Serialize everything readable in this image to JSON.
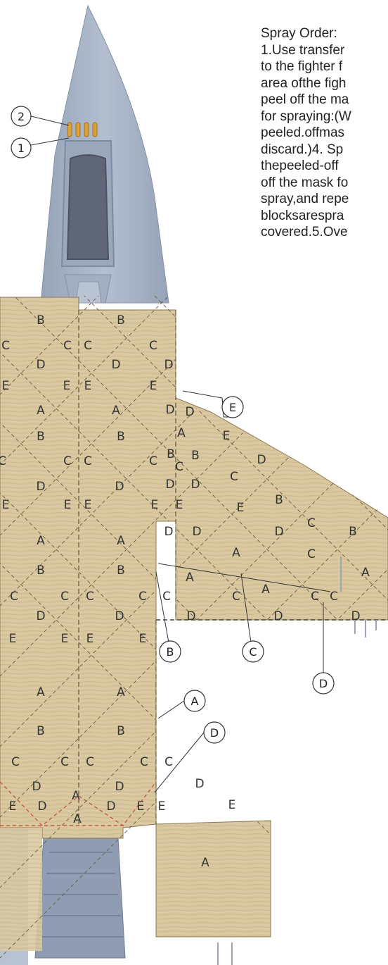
{
  "instructions": {
    "title": "Spray Order:",
    "lines": [
      "1.Use transfer",
      "to the fighter f",
      "area ofthe figh",
      "peel off the ma",
      "for spraying:(W",
      "peeled.offmas",
      "discard.)4. Sp",
      "thepeeled-off",
      "off the mask fo",
      "spray,and repe",
      "blocksarespra",
      "covered.5.Ove"
    ]
  },
  "nose_callouts": [
    "2",
    "1"
  ],
  "block_callouts": [
    "E",
    "A",
    "D",
    "B",
    "C",
    "D"
  ],
  "colors": {
    "fuselage": "#a9b5c8",
    "fuselage_dark": "#8e9bb0",
    "mask": "#d6c49c",
    "mask_edge": "#8b7a57",
    "tape_dash": "#5a4a30",
    "red_dash": "#c84a3a",
    "rivet": "#d9a23b"
  },
  "mask_labels": [
    [
      "B",
      58,
      460
    ],
    [
      "B",
      172,
      460
    ],
    [
      "C",
      8,
      496
    ],
    [
      "C",
      96,
      496
    ],
    [
      "C",
      125,
      496
    ],
    [
      "C",
      218,
      496
    ],
    [
      "D",
      58,
      523
    ],
    [
      "D",
      165,
      523
    ],
    [
      "D",
      240,
      523
    ],
    [
      "E",
      8,
      553
    ],
    [
      "E",
      95,
      553
    ],
    [
      "E",
      125,
      553
    ],
    [
      "E",
      218,
      553
    ],
    [
      "D",
      242,
      587
    ],
    [
      "D",
      270,
      590
    ],
    [
      "A",
      58,
      588
    ],
    [
      "A",
      165,
      588
    ],
    [
      "A",
      258,
      620
    ],
    [
      "E",
      322,
      624
    ],
    [
      "B",
      58,
      625
    ],
    [
      "B",
      172,
      625
    ],
    [
      "B",
      243,
      650
    ],
    [
      "B",
      278,
      652
    ],
    [
      "D",
      372,
      658
    ],
    [
      "C",
      3,
      660
    ],
    [
      "C",
      96,
      660
    ],
    [
      "C",
      125,
      660
    ],
    [
      "C",
      218,
      660
    ],
    [
      "C",
      255,
      668
    ],
    [
      "C",
      333,
      682
    ],
    [
      "D",
      58,
      696
    ],
    [
      "D",
      170,
      696
    ],
    [
      "D",
      242,
      693
    ],
    [
      "D",
      278,
      693
    ],
    [
      "B",
      397,
      715
    ],
    [
      "E",
      8,
      722
    ],
    [
      "E",
      96,
      722
    ],
    [
      "E",
      125,
      722
    ],
    [
      "E",
      220,
      722
    ],
    [
      "E",
      255,
      722
    ],
    [
      "E",
      342,
      726
    ],
    [
      "C",
      443,
      748
    ],
    [
      "D",
      240,
      760
    ],
    [
      "D",
      280,
      760
    ],
    [
      "D",
      397,
      760
    ],
    [
      "B",
      502,
      760
    ],
    [
      "A",
      58,
      773
    ],
    [
      "A",
      172,
      773
    ],
    [
      "A",
      336,
      790
    ],
    [
      "C",
      443,
      792
    ],
    [
      "B",
      58,
      815
    ],
    [
      "B",
      172,
      815
    ],
    [
      "A",
      270,
      825
    ],
    [
      "A",
      378,
      842
    ],
    [
      "A",
      520,
      818
    ],
    [
      "C",
      20,
      852
    ],
    [
      "C",
      92,
      852
    ],
    [
      "C",
      128,
      852
    ],
    [
      "C",
      203,
      852
    ],
    [
      "C",
      237,
      852
    ],
    [
      "C",
      336,
      852
    ],
    [
      "C",
      448,
      852
    ],
    [
      "C",
      475,
      852
    ],
    [
      "D",
      58,
      880
    ],
    [
      "D",
      170,
      880
    ],
    [
      "D",
      272,
      880
    ],
    [
      "D",
      396,
      880
    ],
    [
      "D",
      506,
      880
    ],
    [
      "E",
      18,
      912
    ],
    [
      "E",
      92,
      912
    ],
    [
      "E",
      128,
      912
    ],
    [
      "E",
      203,
      912
    ],
    [
      "A",
      58,
      988
    ],
    [
      "A",
      172,
      988
    ],
    [
      "B",
      58,
      1043
    ],
    [
      "B",
      172,
      1043
    ],
    [
      "C",
      22,
      1087
    ],
    [
      "C",
      92,
      1087
    ],
    [
      "C",
      128,
      1087
    ],
    [
      "C",
      205,
      1087
    ],
    [
      "C",
      240,
      1087
    ],
    [
      "D",
      52,
      1122
    ],
    [
      "D",
      170,
      1122
    ],
    [
      "D",
      284,
      1118
    ],
    [
      "E",
      18,
      1150
    ],
    [
      "D",
      60,
      1150
    ],
    [
      "A",
      108,
      1135
    ],
    [
      "D",
      158,
      1150
    ],
    [
      "E",
      200,
      1150
    ],
    [
      "E",
      230,
      1150
    ],
    [
      "E",
      330,
      1148
    ],
    [
      "A",
      110,
      1168
    ],
    [
      "A",
      292,
      1230
    ]
  ]
}
